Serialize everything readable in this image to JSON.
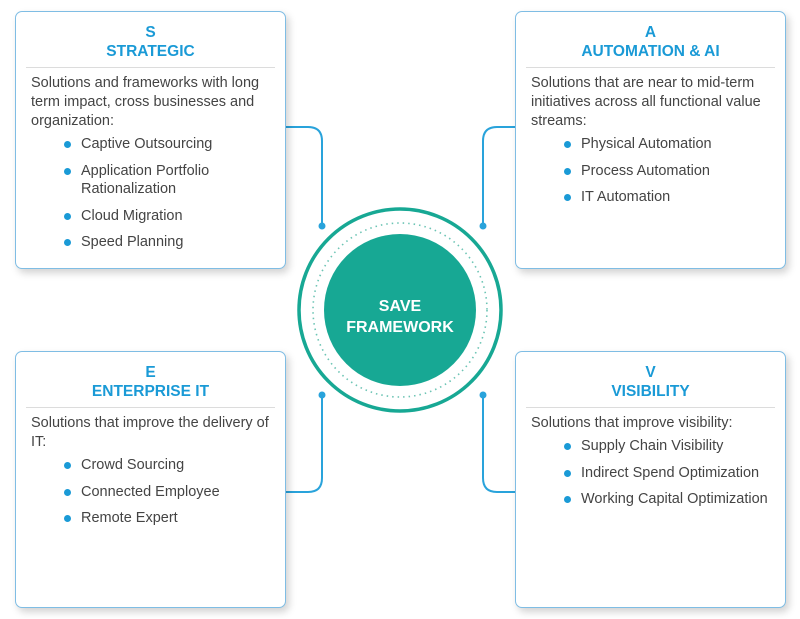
{
  "center": {
    "line1": "SAVE",
    "line2": "FRAMEWORK"
  },
  "colors": {
    "accent": "#1a9ad6",
    "center_fill": "#17a894",
    "card_border": "#7fbde4",
    "text": "#444444"
  },
  "cards": [
    {
      "letter": "S",
      "title": "STRATEGIC",
      "description": "Solutions and frameworks with long term impact, cross businesses and organization:",
      "items": [
        "Captive Outsourcing",
        "Application Portfolio Rationalization",
        "Cloud Migration",
        "Speed Planning"
      ]
    },
    {
      "letter": "A",
      "title": "AUTOMATION & AI",
      "description": "Solutions that are near to mid-term initiatives across all functional value streams:",
      "items": [
        "Physical Automation",
        "Process Automation",
        "IT Automation"
      ]
    },
    {
      "letter": "E",
      "title": "ENTERPRISE IT",
      "description": "Solutions that improve the delivery of IT:",
      "items": [
        "Crowd Sourcing",
        "Connected Employee",
        "Remote Expert"
      ]
    },
    {
      "letter": "V",
      "title": "VISIBILITY",
      "description": "Solutions that improve visibility:",
      "items": [
        "Supply Chain Visibility",
        "Indirect Spend Optimization",
        "Working Capital Optimization"
      ]
    }
  ]
}
